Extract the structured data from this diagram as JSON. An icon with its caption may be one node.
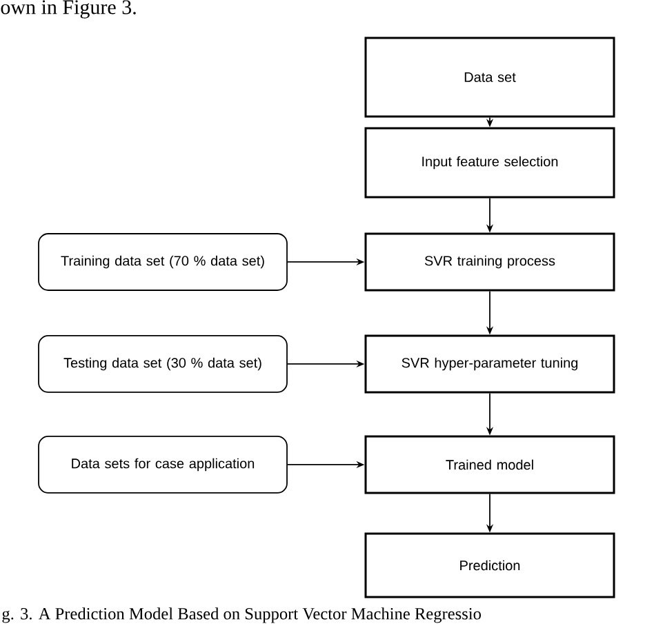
{
  "diagram": {
    "caption": "g. 3.  A Prediction Model Based on Support Vector Machine Regressio",
    "nodes": [
      {
        "text": [
          "Data set"
        ]
      },
      {
        "text": [
          "Input feature selection"
        ]
      },
      {
        "text": [
          "Training data set (70 % data set)"
        ]
      },
      {
        "text": [
          "SVR training process"
        ]
      },
      {
        "text": [
          "Testing data set (30 % data set)"
        ]
      },
      {
        "text": [
          "SVR hyper-parameter tuning"
        ]
      },
      {
        "text": [
          "Data sets for case application"
        ]
      },
      {
        "text": [
          "Trained model"
        ]
      },
      {
        "text": [
          "Prediction"
        ]
      }
    ],
    "edges": [
      {
        "from": 0,
        "to": 1,
        "arrow": "to"
      },
      {
        "from": 1,
        "to": 3,
        "arrow": "to"
      },
      {
        "from": 2,
        "to": 3,
        "arrow": "to"
      },
      {
        "from": 3,
        "to": 5,
        "arrow": "to"
      },
      {
        "from": 4,
        "to": 5,
        "arrow": "to"
      },
      {
        "from": 5,
        "to": 7,
        "arrow": "to"
      },
      {
        "from": 6,
        "to": 7,
        "arrow": "to"
      },
      {
        "from": 7,
        "to": 8,
        "arrow": "to"
      }
    ],
    "labels": [
      "own in Figure 3."
    ]
  }
}
